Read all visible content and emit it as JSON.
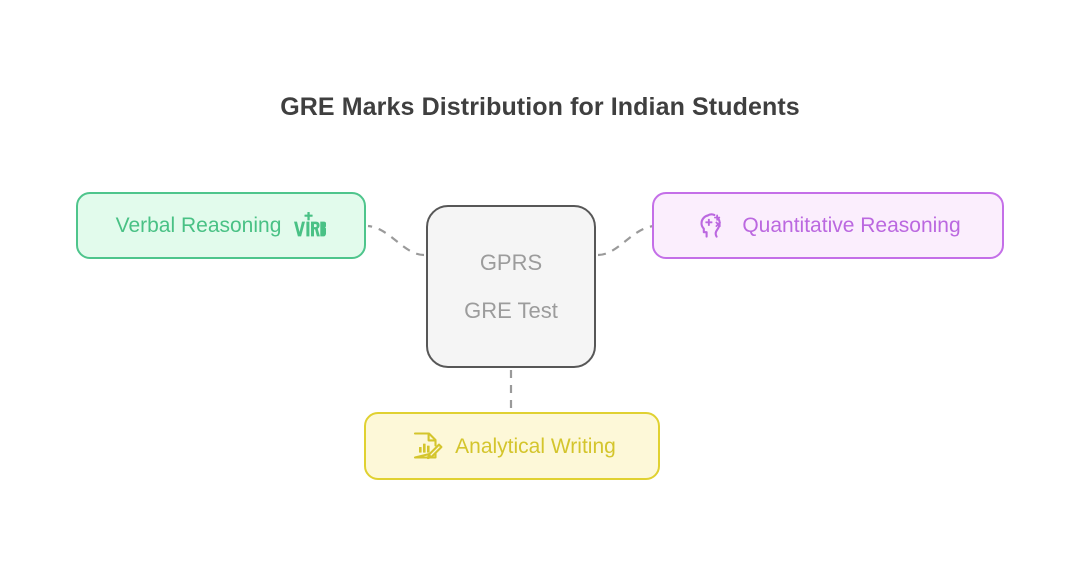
{
  "title": "GRE Marks Distribution for Indian Students",
  "background_color": "#ffffff",
  "title_color": "#3f3f3f",
  "diagram": {
    "type": "mind-map",
    "center": {
      "name": "gre-test",
      "primary_label": "GPRS",
      "secondary_label": "GRE Test",
      "border_color": "#575757",
      "fill_color": "#f5f5f5",
      "text_color": "#9c9c9c"
    },
    "branches": [
      {
        "id": "verbal",
        "label": "Verbal Reasoning",
        "icon": "virb-logo-icon",
        "icon_position": "right",
        "accent_color": "#49c185",
        "border_color": "#4ec58c",
        "fill_color": "#e2fbec",
        "position": "left"
      },
      {
        "id": "quantitative",
        "label": "Quantitative Reasoning",
        "icon": "brain-math-icon",
        "icon_position": "left",
        "accent_color": "#bb68e0",
        "border_color": "#c46fe8",
        "fill_color": "#fbeefd",
        "position": "right"
      },
      {
        "id": "writing",
        "label": "Analytical Writing",
        "icon": "document-pencil-icon",
        "icon_position": "left",
        "accent_color": "#d4c52c",
        "border_color": "#e0d131",
        "fill_color": "#fdf8d8",
        "position": "bottom"
      }
    ],
    "connector_color": "#9a9a9a",
    "connector_style": "dashed"
  }
}
